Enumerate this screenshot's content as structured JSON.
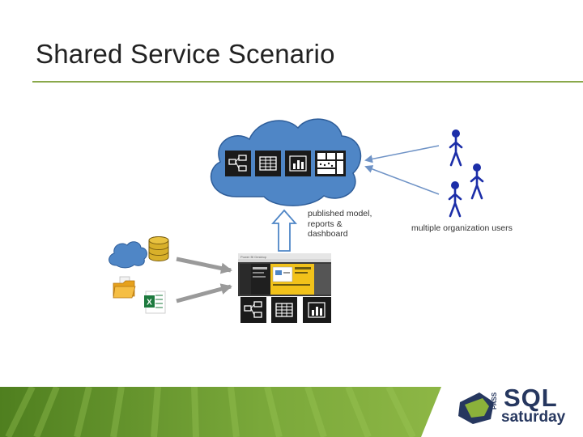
{
  "slide": {
    "title": "Shared Service Scenario"
  },
  "diagram": {
    "published_label": [
      "published model,",
      "reports &",
      "dashboard"
    ],
    "users_label": "multiple organization users",
    "desktop_app_title": "Power BI Desktop"
  },
  "logo": {
    "pass": "PASS",
    "sql": "SQL",
    "saturday": "saturday"
  },
  "colors": {
    "title_rule": "#8aa84a",
    "cloud_fill": "#4f86c6",
    "cloud_stroke": "#2e5d99",
    "tile": "#1a1a1a",
    "user_figure": "#1c2ea8",
    "arrow_blue": "#6f93c6",
    "arrow_gray": "#9a9a9a",
    "report_yellow": "#f2c21a",
    "footer_green": "#7aa83a",
    "logo_navy": "#26375f",
    "logo_green": "#8bb13a"
  }
}
